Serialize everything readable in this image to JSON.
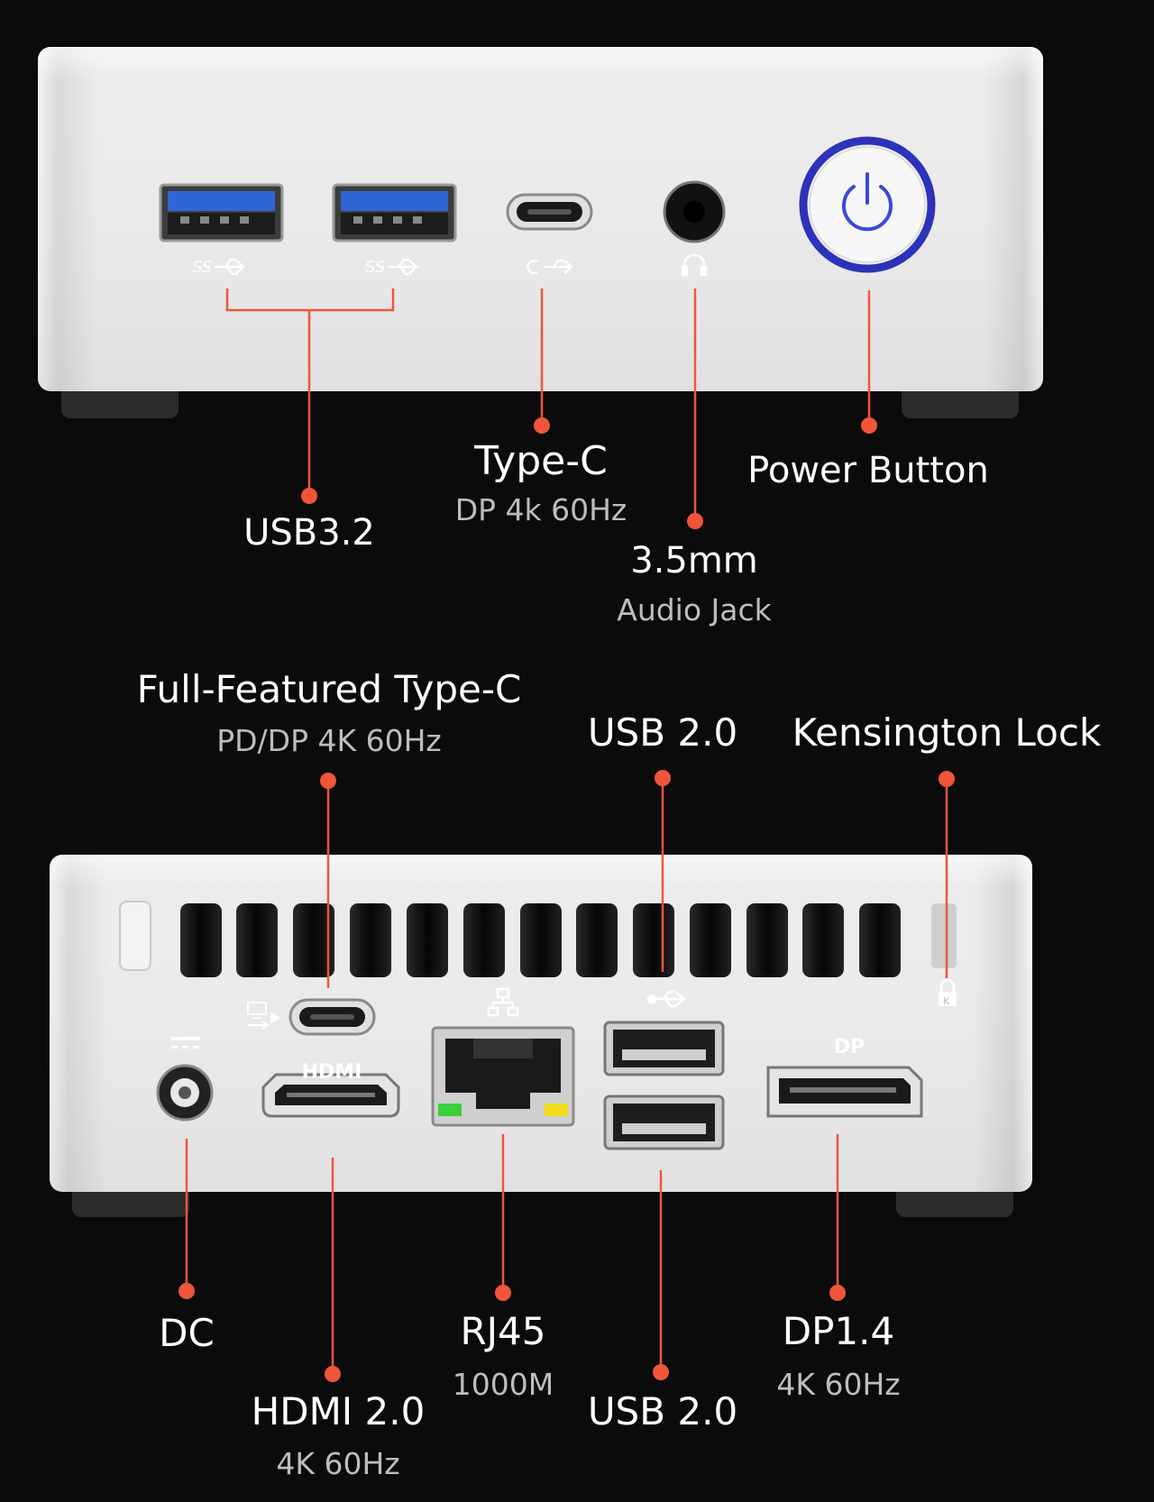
{
  "colors": {
    "callout": "#f0553a",
    "power_ring": "#2c33b8",
    "usb3_blue": "#2f66d6",
    "chassis": "#e7e7e7",
    "background": "#0b0b0b"
  },
  "front": {
    "usb32": {
      "label": "USB3.2",
      "port_glyph": "SS⇠"
    },
    "type_c": {
      "label": "Type-C",
      "sub": "DP 4k 60Hz"
    },
    "audio": {
      "label": "3.5mm",
      "sub": "Audio Jack"
    },
    "power": {
      "label": "Power Button"
    }
  },
  "rear": {
    "full_type_c": {
      "label": "Full-Featured Type-C",
      "sub": "PD/DP 4K 60Hz"
    },
    "usb20_top": {
      "label": "USB 2.0"
    },
    "kensington": {
      "label": "Kensington Lock"
    },
    "dc": {
      "label": "DC"
    },
    "hdmi": {
      "label": "HDMI 2.0",
      "sub": "4K 60Hz",
      "print": "HDMI"
    },
    "rj45": {
      "label": "RJ45",
      "sub": "1000M"
    },
    "usb20_bottom": {
      "label": "USB 2.0"
    },
    "dp": {
      "label": "DP1.4",
      "sub": "4K 60Hz",
      "print": "DP"
    }
  },
  "icons": [
    "usb-superspeed-icon",
    "usb-c-icon",
    "headset-icon",
    "power-icon",
    "network-icon",
    "usb-icon",
    "lock-icon",
    "dc-symbol-icon"
  ]
}
